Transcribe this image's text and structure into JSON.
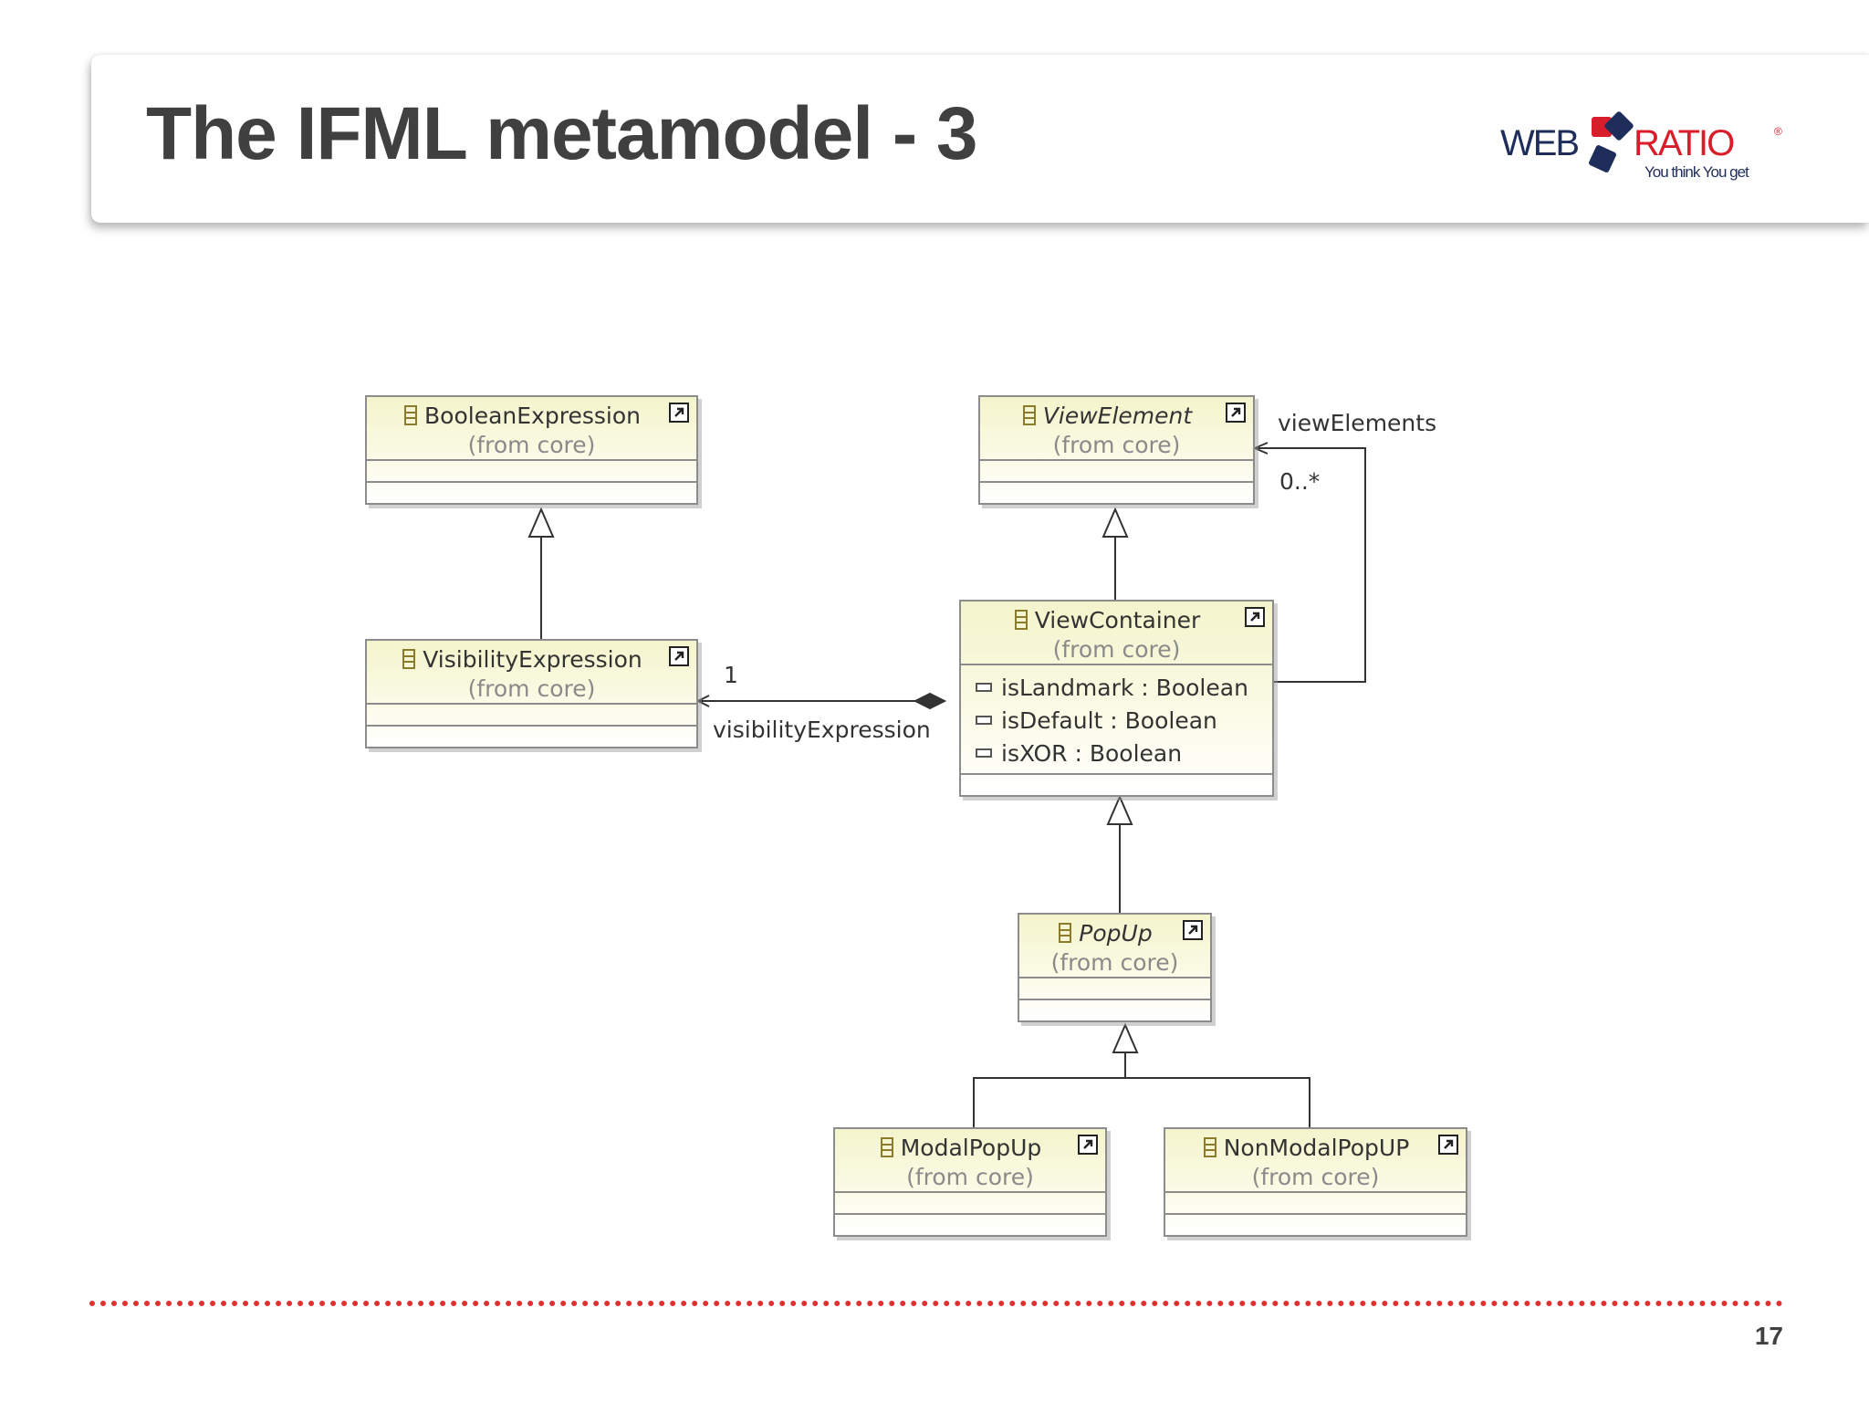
{
  "slide": {
    "title": "The IFML metamodel - 3",
    "page_number": "17"
  },
  "logo": {
    "wordmark_left": "WEB",
    "wordmark_right": "RATIO",
    "registered": "®",
    "tagline": "You think You get",
    "colors": {
      "text": "#1e2d5a",
      "red": "#d81e2a",
      "navy": "#1e2d5a"
    }
  },
  "diagram": {
    "classes": {
      "boolean_expression": {
        "name": "BooleanExpression",
        "origin": "(from core)",
        "abstract": false
      },
      "view_element": {
        "name": "ViewElement",
        "origin": "(from core)",
        "abstract": true
      },
      "visibility_expression": {
        "name": "VisibilityExpression",
        "origin": "(from core)",
        "abstract": false
      },
      "view_container": {
        "name": "ViewContainer",
        "origin": "(from core)",
        "abstract": false,
        "attributes": [
          "isLandmark : Boolean",
          "isDefault : Boolean",
          "isXOR : Boolean"
        ]
      },
      "popup": {
        "name": "PopUp",
        "origin": "(from core)",
        "abstract": true
      },
      "modal_popup": {
        "name": "ModalPopUp",
        "origin": "(from core)",
        "abstract": false
      },
      "non_modal_popup": {
        "name": "NonModalPopUP",
        "origin": "(from core)",
        "abstract": false
      }
    },
    "associations": {
      "view_elements": {
        "role": "viewElements",
        "multiplicity": "0..*"
      },
      "visibility_expression": {
        "role": "visibilityExpression",
        "multiplicity": "1"
      }
    },
    "icons": {
      "class": "class-icon",
      "shortcut": "shortcut-arrow-icon",
      "attribute": "attribute-icon"
    },
    "colors": {
      "class_fill": "#f4f4cc",
      "class_border": "#8c8c8c",
      "line": "#333333",
      "footer_rule": "#e03030"
    }
  }
}
